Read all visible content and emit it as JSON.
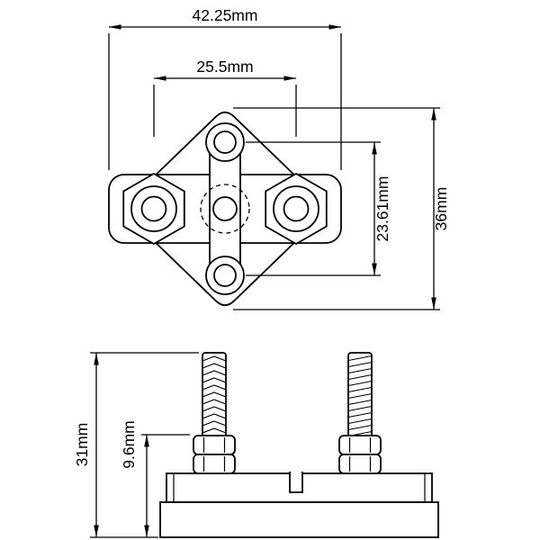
{
  "colors": {
    "ink": "#000000",
    "paper": "#ffffff"
  },
  "top_view": {
    "overall_width": "42.25mm",
    "stud_spacing": "25.5mm",
    "overall_height": "36mm",
    "hole_spacing": "23.61mm"
  },
  "side_view": {
    "overall_height": "31mm",
    "stack_height": "9.6mm"
  }
}
